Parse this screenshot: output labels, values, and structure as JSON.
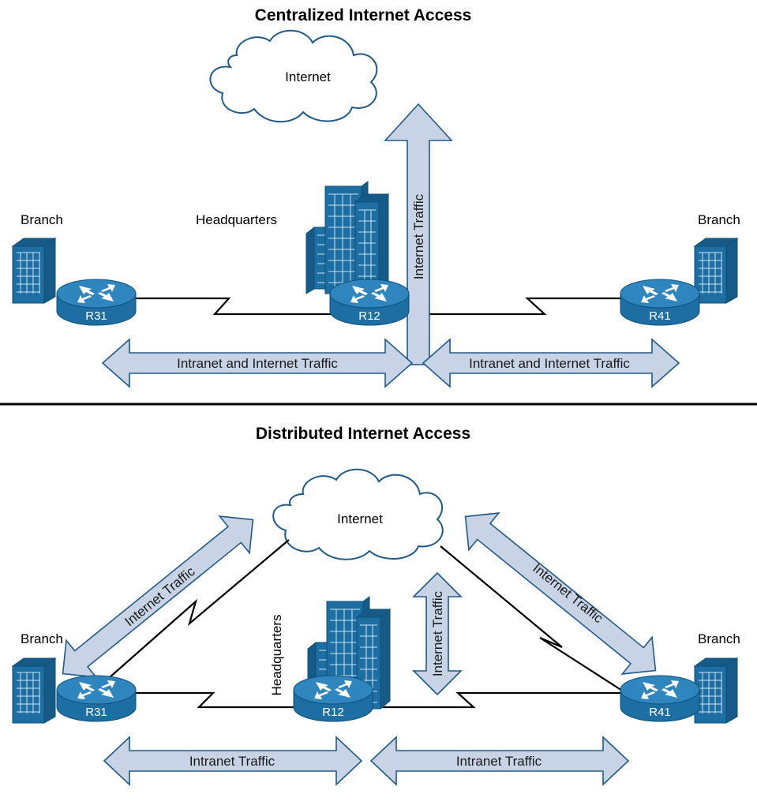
{
  "top_section": {
    "title": "Centralized Internet Access",
    "cloud_label": "Internet",
    "hq_label": "Headquarters",
    "branch_left_label": "Branch",
    "branch_right_label": "Branch",
    "router_left": "R31",
    "router_center": "R12",
    "router_right": "R41",
    "vertical_arrow_label": "Internet Traffic",
    "bottom_arrow_left_label": "Intranet and Internet Traffic",
    "bottom_arrow_right_label": "Intranet and Internet Traffic"
  },
  "bottom_section": {
    "title": "Distributed Internet Access",
    "cloud_label": "Internet",
    "hq_label": "Headquarters",
    "branch_left_label": "Branch",
    "branch_right_label": "Branch",
    "router_left": "R31",
    "router_center": "R12",
    "router_right": "R41",
    "diag_arrow_left_label": "Internet Traffic",
    "diag_arrow_right_label": "Internet Traffic",
    "vertical_arrow_label": "Internet Traffic",
    "bottom_arrow_left_label": "Intranet Traffic",
    "bottom_arrow_right_label": "Intranet Traffic"
  },
  "colors": {
    "device_blue": "#1d6ea3",
    "arrow_fill": "#c9d3e6",
    "arrow_stroke": "#1f5a8a"
  }
}
